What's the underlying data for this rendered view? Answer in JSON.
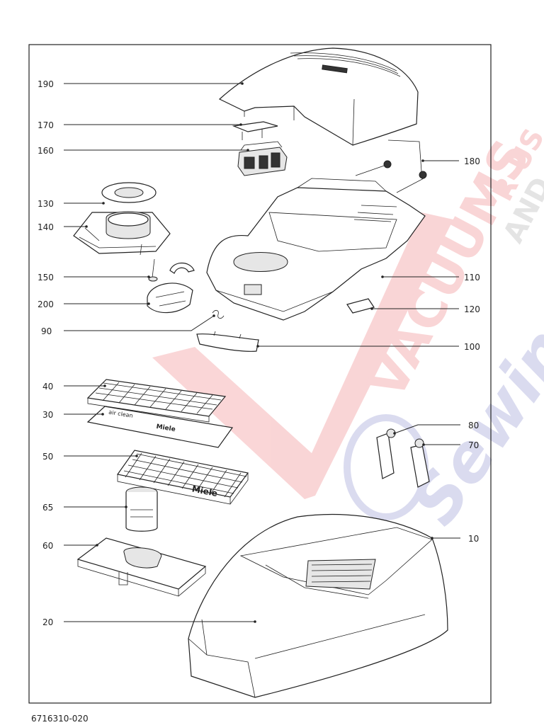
{
  "document_number": "6716310-020",
  "watermark": {
    "brand_main": "VACUUMS",
    "brand_suffix_top": "R-US",
    "brand_suffix_bottom": "AND",
    "tagline": "Sewing to",
    "colors": {
      "red": "#e8434a",
      "blue": "#5a5fb8"
    }
  },
  "callouts": {
    "p190": "190",
    "p170": "170",
    "p160": "160",
    "p130": "130",
    "p140": "140",
    "p150": "150",
    "p200": "200",
    "p90": "90",
    "p40": "40",
    "p30": "30",
    "p50": "50",
    "p65": "65",
    "p60": "60",
    "p20": "20",
    "p180": "180",
    "p110": "110",
    "p120": "120",
    "p100": "100",
    "p80": "80",
    "p70": "70",
    "p10": "10"
  },
  "part_labels": {
    "filter_brand_large": "Miele",
    "filter_brand_small": "Miele",
    "air_clean": "air clean"
  }
}
